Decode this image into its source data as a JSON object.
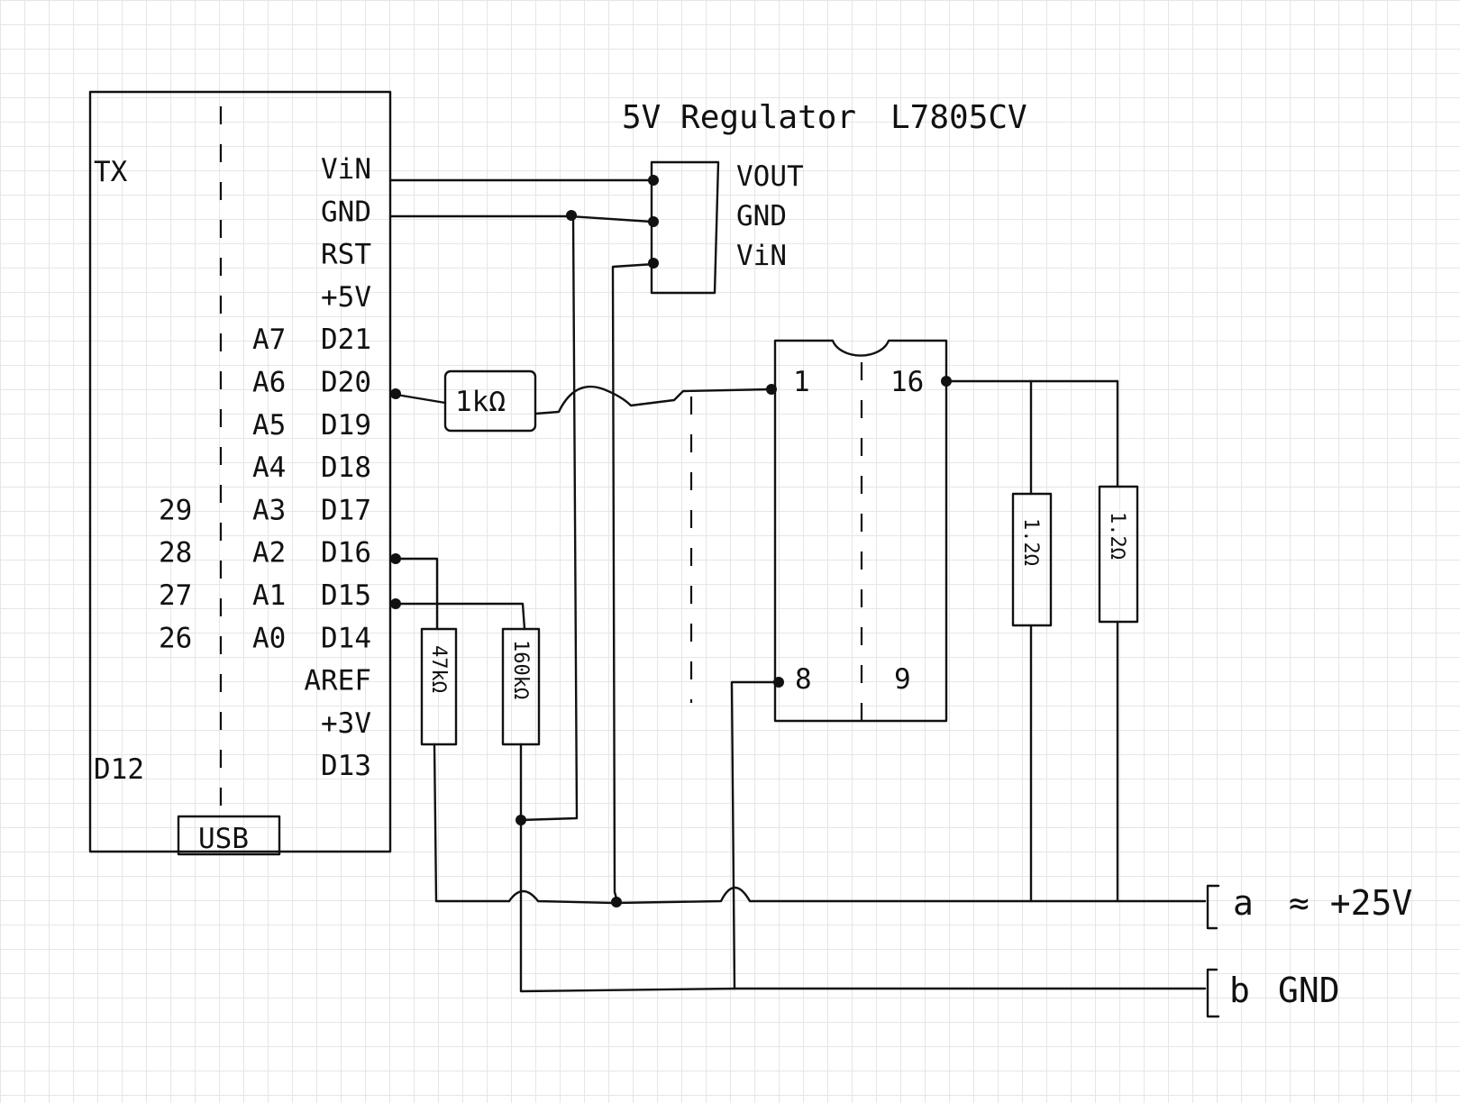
{
  "board": {
    "left_labels": {
      "tx": "TX",
      "d12": "D12"
    },
    "right_pins": [
      "ViN",
      "GND",
      "RST",
      "+5V",
      "D21",
      "D20",
      "D19",
      "D18",
      "D17",
      "D16",
      "D15",
      "D14",
      "AREF",
      "+3V",
      "D13"
    ],
    "analog_pins": [
      "A7",
      "A6",
      "A5",
      "A4",
      "A3",
      "A2",
      "A1",
      "A0"
    ],
    "numbers": [
      "29",
      "28",
      "27",
      "26"
    ],
    "usb_label": "USB"
  },
  "regulator": {
    "title": "5V Regulator",
    "part": "L7805CV",
    "pins": [
      "VOUT",
      "GND",
      "ViN"
    ]
  },
  "ic": {
    "pins": {
      "p1": "1",
      "p16": "16",
      "p8": "8",
      "p9": "9"
    }
  },
  "resistors": {
    "r_d20": "1kΩ",
    "r_d16": "47kΩ",
    "r_d15": "160kΩ",
    "r_load1": "1.2Ω",
    "r_load2": "1.2Ω"
  },
  "terminals": {
    "a_letter": "a",
    "a_label": "≈ +25V",
    "b_letter": "b",
    "b_label": "GND"
  }
}
